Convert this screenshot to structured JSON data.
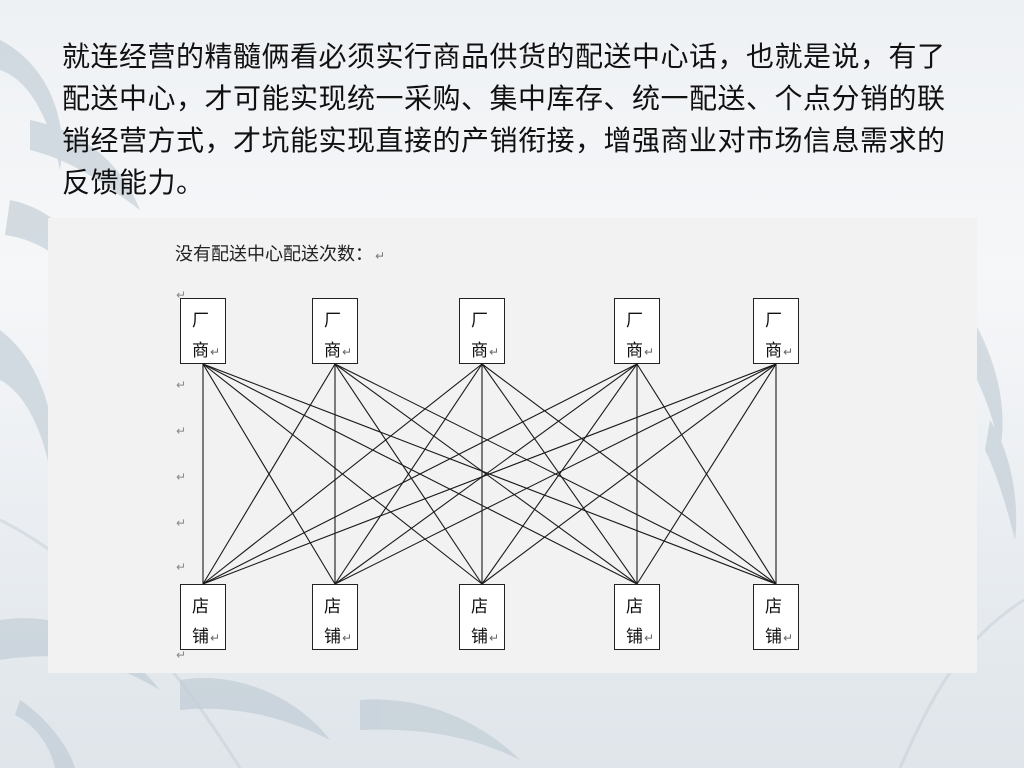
{
  "paragraph": "就连经营的精髓俩看必须实行商品供货的配送中心话，也就是说，有了配送中心，才可能实现统一采购、集中库存、统一配送、个点分销的联销经营方式，才坑能实现直接的产销衔接，增强商业对市场信息需求的反馈能力。",
  "diagram": {
    "caption": "没有配送中心配送次数：",
    "return_mark": "↵",
    "manufacturers": [
      {
        "line1": "厂",
        "line2": "商"
      },
      {
        "line1": "厂",
        "line2": "商"
      },
      {
        "line1": "厂",
        "line2": "商"
      },
      {
        "line1": "厂",
        "line2": "商"
      },
      {
        "line1": "厂",
        "line2": "商"
      }
    ],
    "stores": [
      {
        "line1": "店",
        "line2": "铺"
      },
      {
        "line1": "店",
        "line2": "铺"
      },
      {
        "line1": "店",
        "line2": "铺"
      },
      {
        "line1": "店",
        "line2": "铺"
      },
      {
        "line1": "店",
        "line2": "铺"
      }
    ],
    "connections": "all-to-all",
    "line_color": "#1a1a1a"
  }
}
